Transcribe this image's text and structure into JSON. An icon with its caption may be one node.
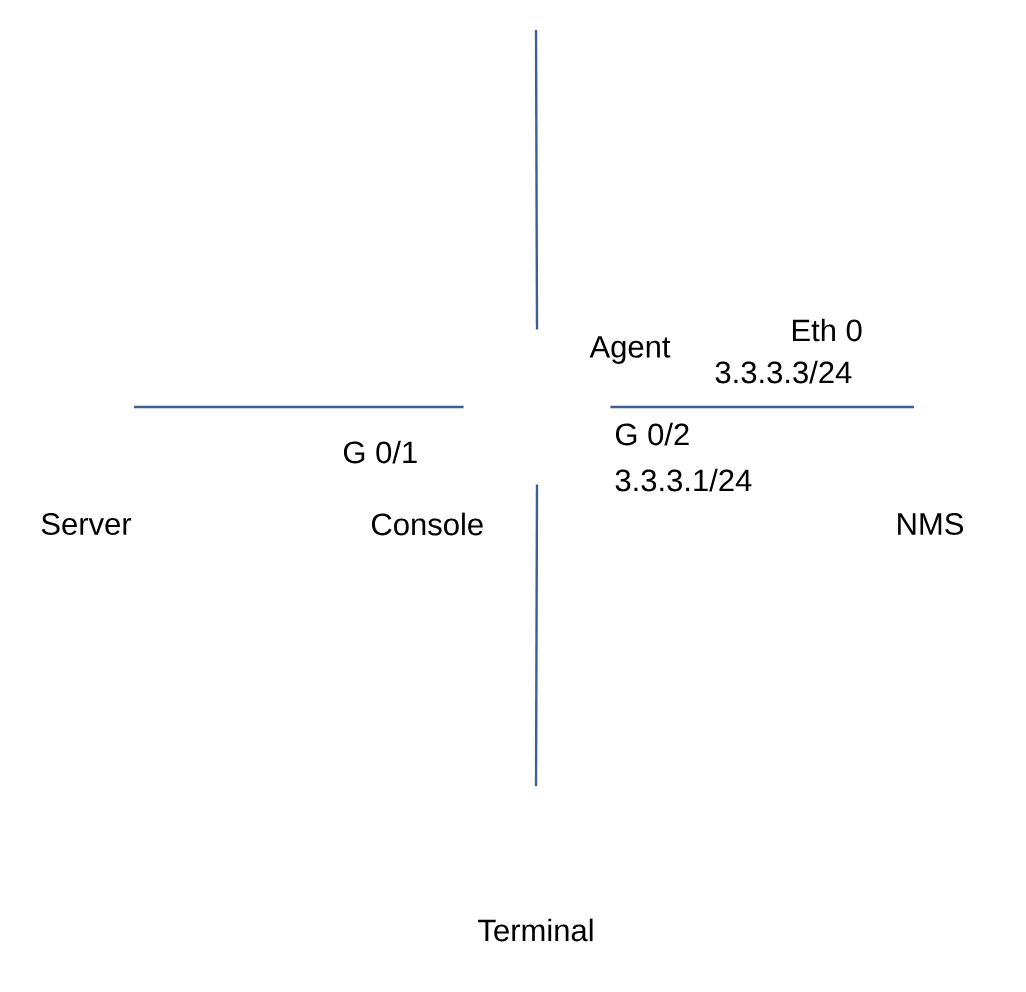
{
  "diagram": {
    "nodes": [
      {
        "text": [
          "Agent"
        ]
      },
      {
        "text": [
          "Server"
        ]
      },
      {
        "text": [
          "NMS"
        ]
      },
      {
        "text": [
          "Terminal"
        ]
      }
    ],
    "edges": [
      {
        "from": null,
        "to": 0,
        "arrow": "none"
      },
      {
        "from": 1,
        "to": 0,
        "arrow": "none"
      },
      {
        "from": 0,
        "to": 2,
        "arrow": "none"
      },
      {
        "from": 0,
        "to": 3,
        "arrow": "none"
      }
    ],
    "labels": [
      "Eth 0",
      "3.3.3.3/24",
      "G 0/1",
      "G 0/2",
      "3.3.3.1/24",
      "Console"
    ]
  }
}
